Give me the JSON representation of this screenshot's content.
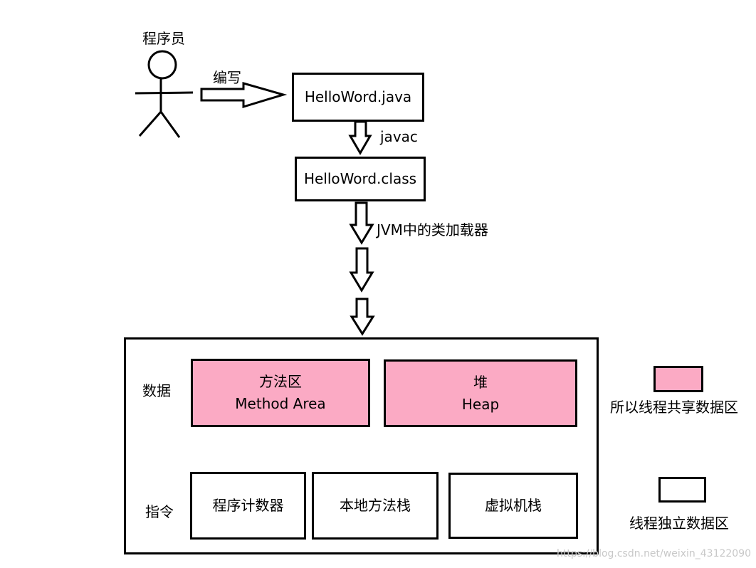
{
  "programmer": {
    "label": "程序员"
  },
  "write_label": "编写",
  "files": {
    "java": "HelloWord.java",
    "class": "HelloWord.class"
  },
  "javac_label": "javac",
  "loader_label": "JVM中的类加载器",
  "jvm": {
    "data_label": "数据",
    "method_area": {
      "line1": "方法区",
      "line2": "Method Area"
    },
    "heap": {
      "line1": "堆",
      "line2": "Heap"
    },
    "instr_label": "指令",
    "pc": "程序计数器",
    "native_stack": "本地方法栈",
    "vm_stack": "虚拟机栈"
  },
  "legend": {
    "shared": "所以线程共享数据区",
    "private": "线程独立数据区"
  },
  "colors": {
    "shared_fill": "#fbaac4"
  },
  "watermark": "https://blog.csdn.net/weixin_43122090"
}
